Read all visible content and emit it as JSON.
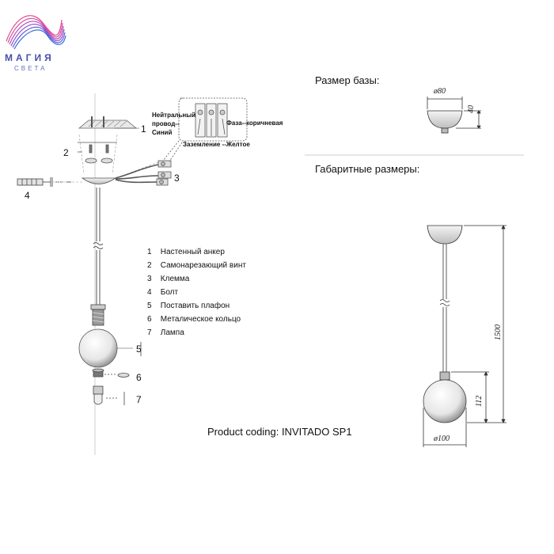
{
  "logo": {
    "name": "МАГИЯ",
    "sub": "СВЕТА",
    "colors": [
      "#e84a8a",
      "#8a4fd8",
      "#3a6fd8"
    ]
  },
  "headers": {
    "base_size": "Размер базы:",
    "overall_size": "Габаритные размеры:"
  },
  "wiring": {
    "neutral": "Нейтральный провод--Синий",
    "phase": "Фаза--коричневая",
    "ground": "Заземление --Желтое"
  },
  "callouts": [
    "1",
    "2",
    "3",
    "4",
    "5",
    "6",
    "7"
  ],
  "legend": [
    {
      "n": "1",
      "text": "Настенный анкер"
    },
    {
      "n": "2",
      "text": "Самонарезающий винт"
    },
    {
      "n": "3",
      "text": "Клемма"
    },
    {
      "n": "4",
      "text": "Болт"
    },
    {
      "n": "5",
      "text": "Поставить плафон"
    },
    {
      "n": "6",
      "text": "Металическое кольцо"
    },
    {
      "n": "7",
      "text": "Лампа"
    }
  ],
  "dimensions": {
    "base_diameter": "ø80",
    "base_height": "40",
    "total_height": "1500",
    "shade_height": "112",
    "shade_diameter": "ø100"
  },
  "product_coding": "Product coding: INVITADO SP1"
}
